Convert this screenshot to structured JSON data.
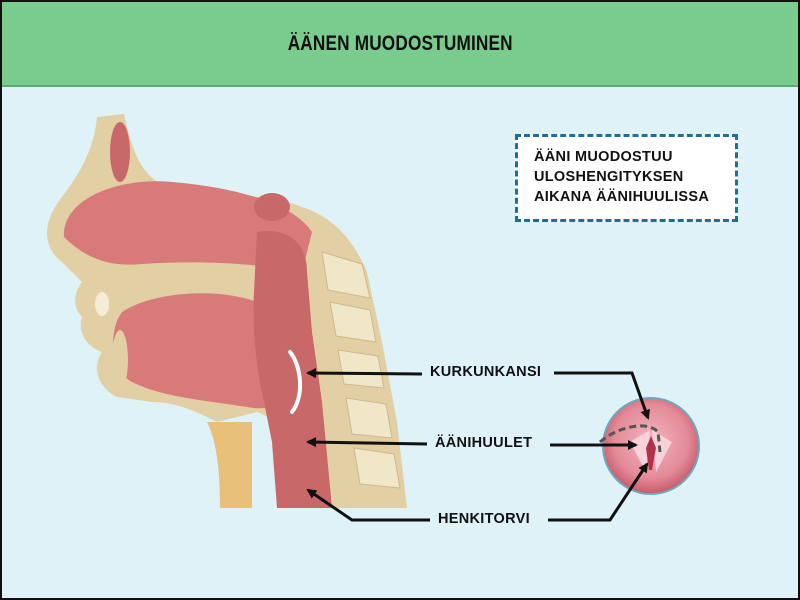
{
  "header": {
    "title": "ÄÄNEN MUODOSTUMINEN"
  },
  "info": {
    "lines": [
      "ÄÄNI MUODOSTUU",
      "ULOSHENGITYKSEN",
      "AIKANA ÄÄNIHUULISSA"
    ]
  },
  "labels": {
    "epiglottis": "KURKUNKANSI",
    "vocal_cords": "ÄÄNIHUULET",
    "trachea": "HENKITORVI"
  },
  "colors": {
    "header_bg": "#7acb8e",
    "background": "#dff2f7",
    "box_border": "#1a6f9f",
    "tissue": "#d87a7a",
    "tissue_dark": "#b85252",
    "bone": "#e2cfa3",
    "skin": "#e8c07a"
  }
}
